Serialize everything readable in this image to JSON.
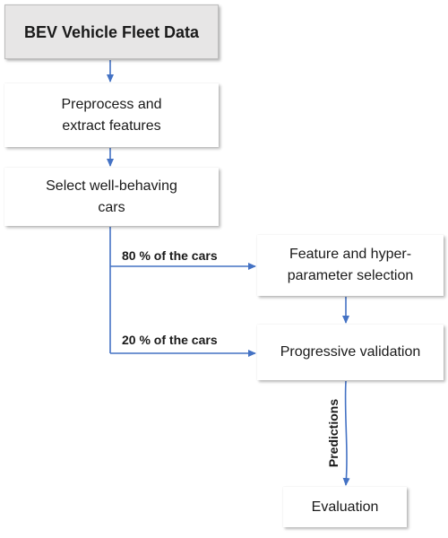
{
  "nodes": {
    "fleet_data": "BEV Vehicle Fleet Data",
    "preprocess": [
      "Preprocess and",
      "extract features"
    ],
    "select": [
      "Select well-behaving",
      "cars"
    ],
    "feature_selection": [
      "Feature and hyper-",
      "parameter selection"
    ],
    "progressive_validation": "Progressive validation",
    "evaluation": "Evaluation"
  },
  "edges": {
    "split_80": "80 % of the cars",
    "split_20": "20 % of the cars",
    "predictions": "Predictions"
  },
  "colors": {
    "arrow": "#4472c4",
    "header_fill": "#e7e6e6",
    "box_fill": "#ffffff"
  }
}
